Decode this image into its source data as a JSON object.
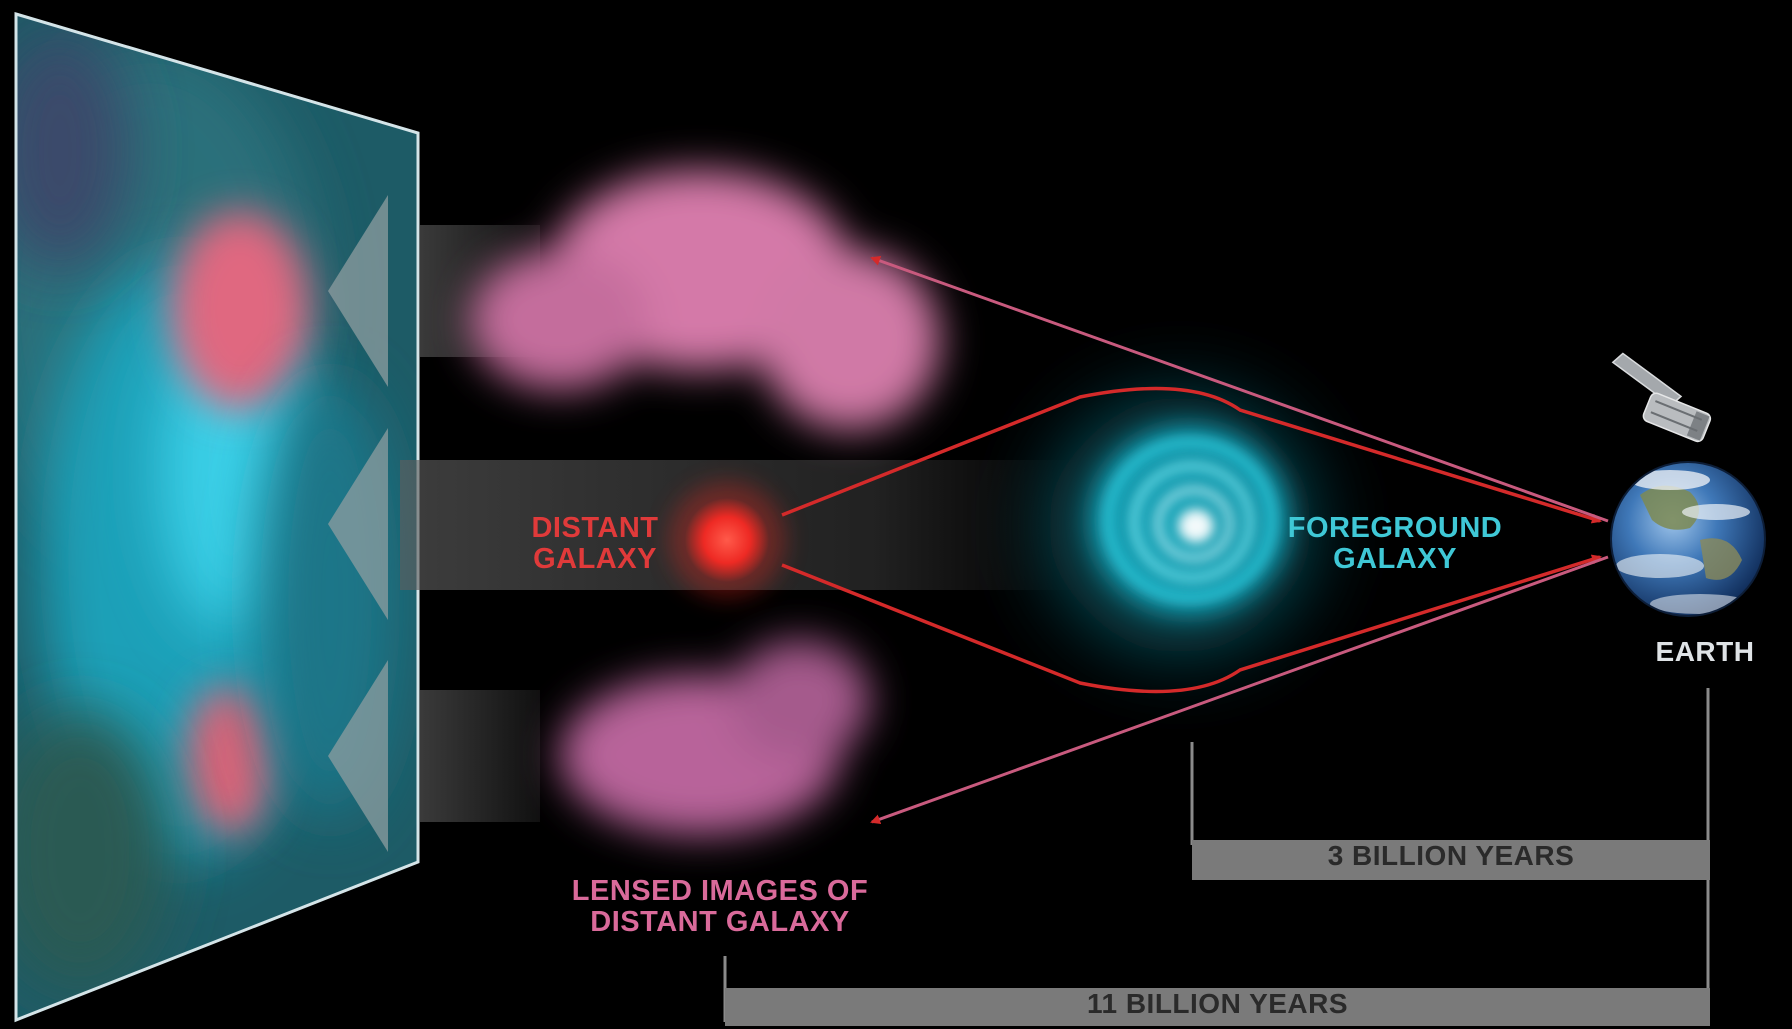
{
  "labels": {
    "distant_galaxy": [
      "DISTANT",
      "GALAXY"
    ],
    "foreground_galaxy": [
      "FOREGROUND",
      "GALAXY"
    ],
    "earth": "EARTH",
    "lensed_images": [
      "LENSED IMAGES OF",
      "DISTANT GALAXY"
    ]
  },
  "distance_bars": {
    "foreground": "3 BILLION YEARS",
    "distant": "11 BILLION YEARS"
  },
  "colors": {
    "background": "#000000",
    "distant_galaxy": "#e03a3a",
    "foreground_galaxy": "#3fc8d6",
    "lensed_images": "#d96a9a",
    "light_paths": "#d42a2a",
    "distance_bars": "#7a7a7a"
  },
  "icons": [
    "observed-image-panel",
    "satellite-icon",
    "earth-icon"
  ]
}
